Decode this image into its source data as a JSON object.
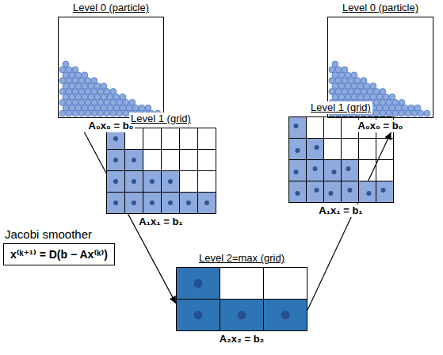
{
  "diagram": {
    "nodes": [
      {
        "text": [
          "Level 0 (particle)",
          "A₀x₀ = b₀"
        ]
      },
      {
        "text": [
          "Level 0 (particle)",
          "A₀x₀ = b₀"
        ]
      },
      {
        "text": [
          "Level 1 (grid)",
          "A₁x₁ = b₁"
        ]
      },
      {
        "text": [
          "Level 1 (grid)",
          "A₁x₁ = b₁"
        ]
      },
      {
        "text": [
          "Jacobi smoother",
          "x⁽ᵏ⁺¹⁾ = D(b − Ax⁽ᵏ⁾)"
        ]
      },
      {
        "text": [
          "Level 2=max (grid)",
          "A₂x₂ = b₂"
        ]
      }
    ],
    "edges": [
      {
        "from": 0,
        "to": 5,
        "arrow": "to"
      },
      {
        "from": 5,
        "to": 1,
        "arrow": "to"
      }
    ]
  }
}
